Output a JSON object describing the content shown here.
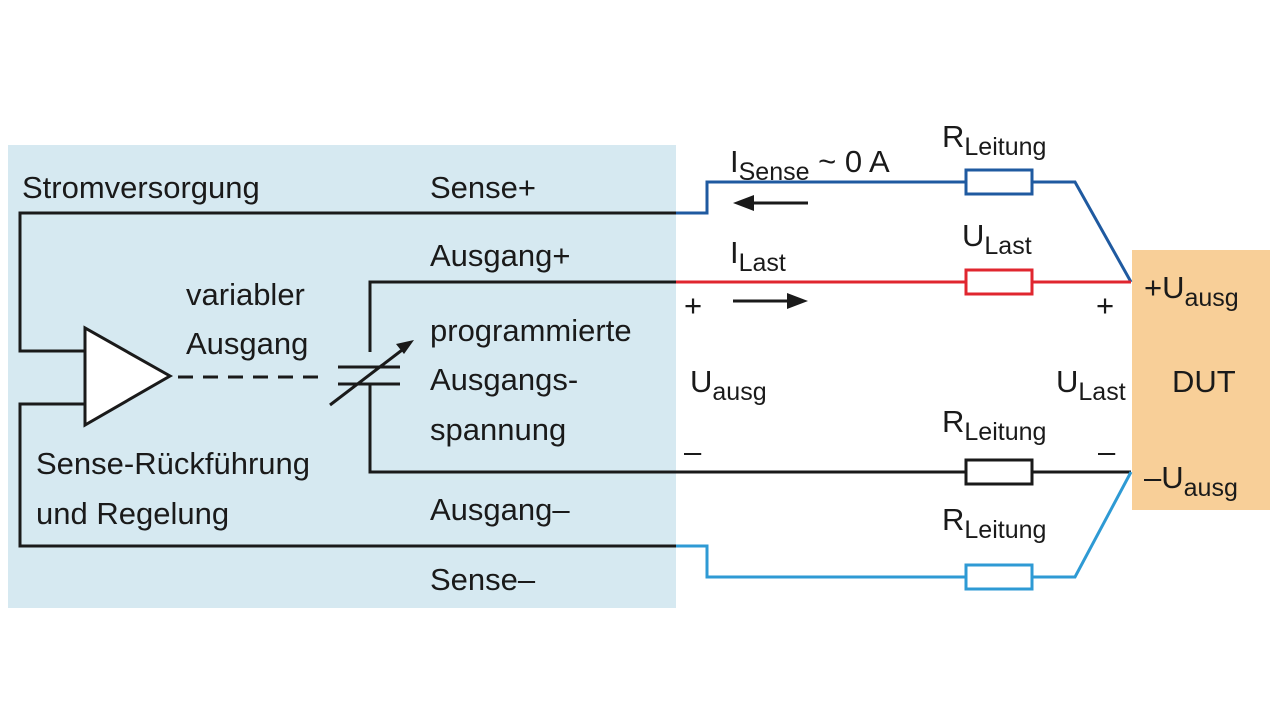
{
  "power_supply": {
    "title": "Stromversorgung",
    "variable_output": [
      "variabler",
      "Ausgang"
    ],
    "programmed_voltage": [
      "programmierte",
      "Ausgangs-",
      "spannung"
    ],
    "sense_feedback": [
      "Sense-Rückführung",
      "und Regelung"
    ]
  },
  "terminals": {
    "sense_plus": "Sense+",
    "output_plus": "Ausgang+",
    "output_minus": "Ausgang–",
    "sense_minus": "Sense–"
  },
  "labels": {
    "i_sense": {
      "main": "I",
      "sub": "Sense",
      "suffix": " ~ 0 A"
    },
    "i_last": {
      "main": "I",
      "sub": "Last"
    },
    "r_leitung": {
      "main": "R",
      "sub": "Leitung"
    },
    "u_last": {
      "main": "U",
      "sub": "Last"
    },
    "u_ausg": {
      "main": "U",
      "sub": "ausg"
    },
    "plus_u_ausg": {
      "main": "+U",
      "sub": "ausg"
    },
    "minus_u_ausg": {
      "main": "–U",
      "sub": "ausg"
    },
    "plus": "+",
    "minus": "–"
  },
  "dut": {
    "label": "DUT"
  },
  "colors": {
    "supply_bg": "#d6e9f1",
    "dut_bg": "#f8cf98",
    "sense_plus_line": "#1f5aa0",
    "output_plus_line": "#e0262f",
    "output_minus_line": "#1a1a1a",
    "sense_minus_line": "#2e9ad4"
  }
}
